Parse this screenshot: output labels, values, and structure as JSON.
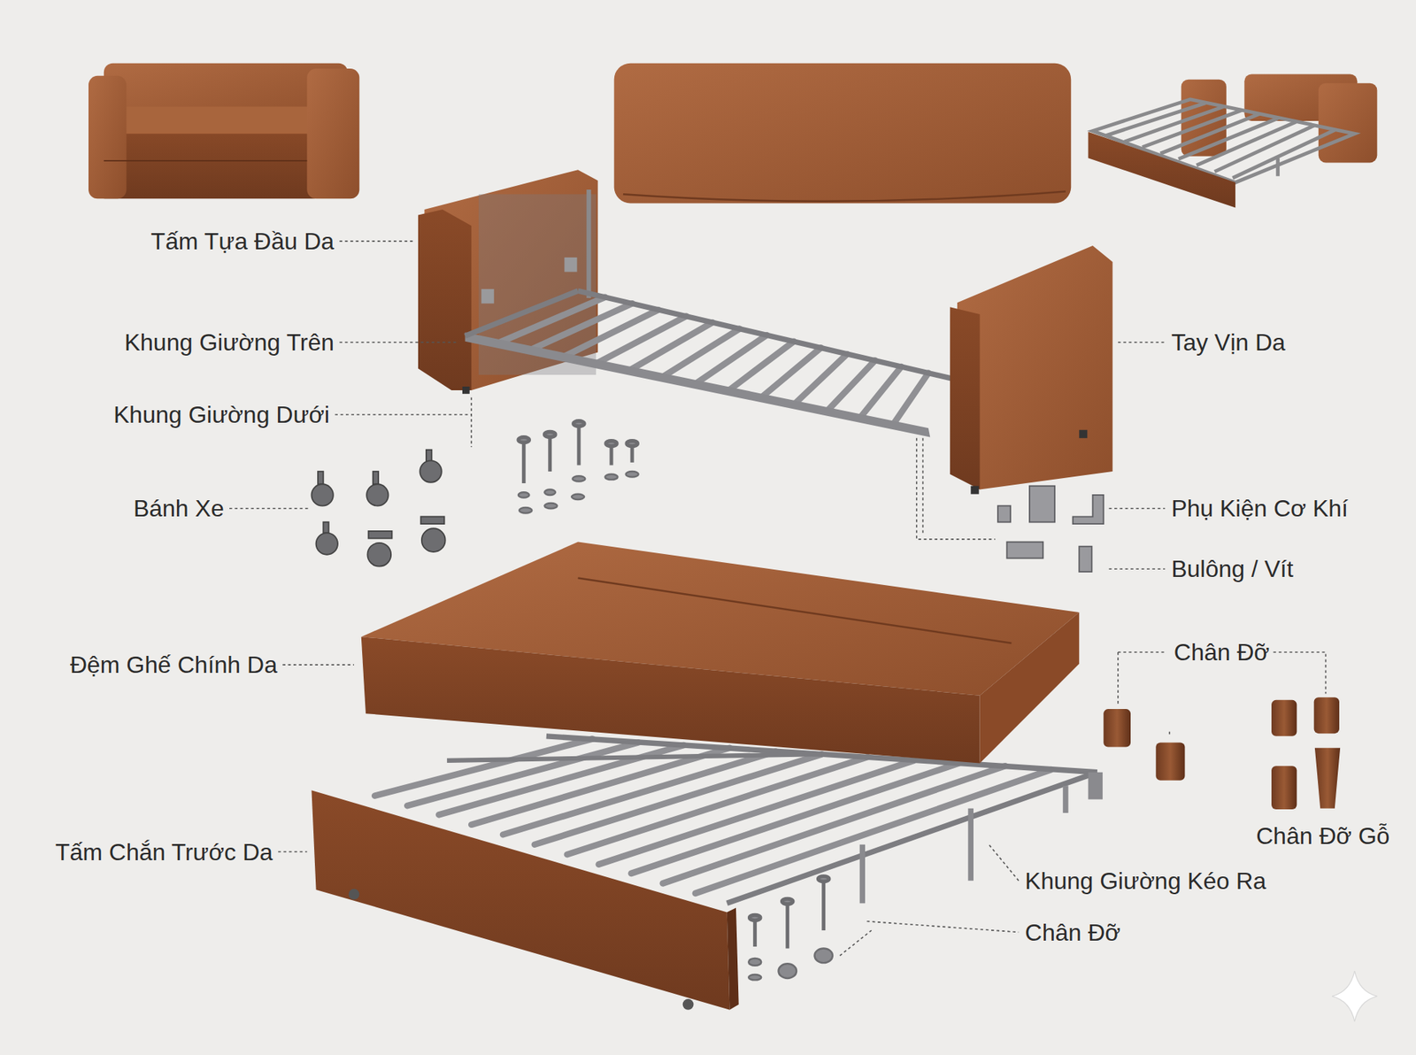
{
  "diagram": {
    "labels": [
      "Tấm Tựa Đầu Da",
      "Khung Giường Trên",
      "Tay Vịn Da",
      "Khung Giường Dưới",
      "Bánh Xe",
      "Phụ Kiện Cơ Khí",
      "Bulông / Vít",
      "Đệm Ghế Chính Da",
      "Chân Đỡ",
      "Chân Đỡ Gỗ",
      "Tấm Chắn Trước Da",
      "Khung Giường Kéo Ra",
      "Chân Đỡ"
    ]
  }
}
